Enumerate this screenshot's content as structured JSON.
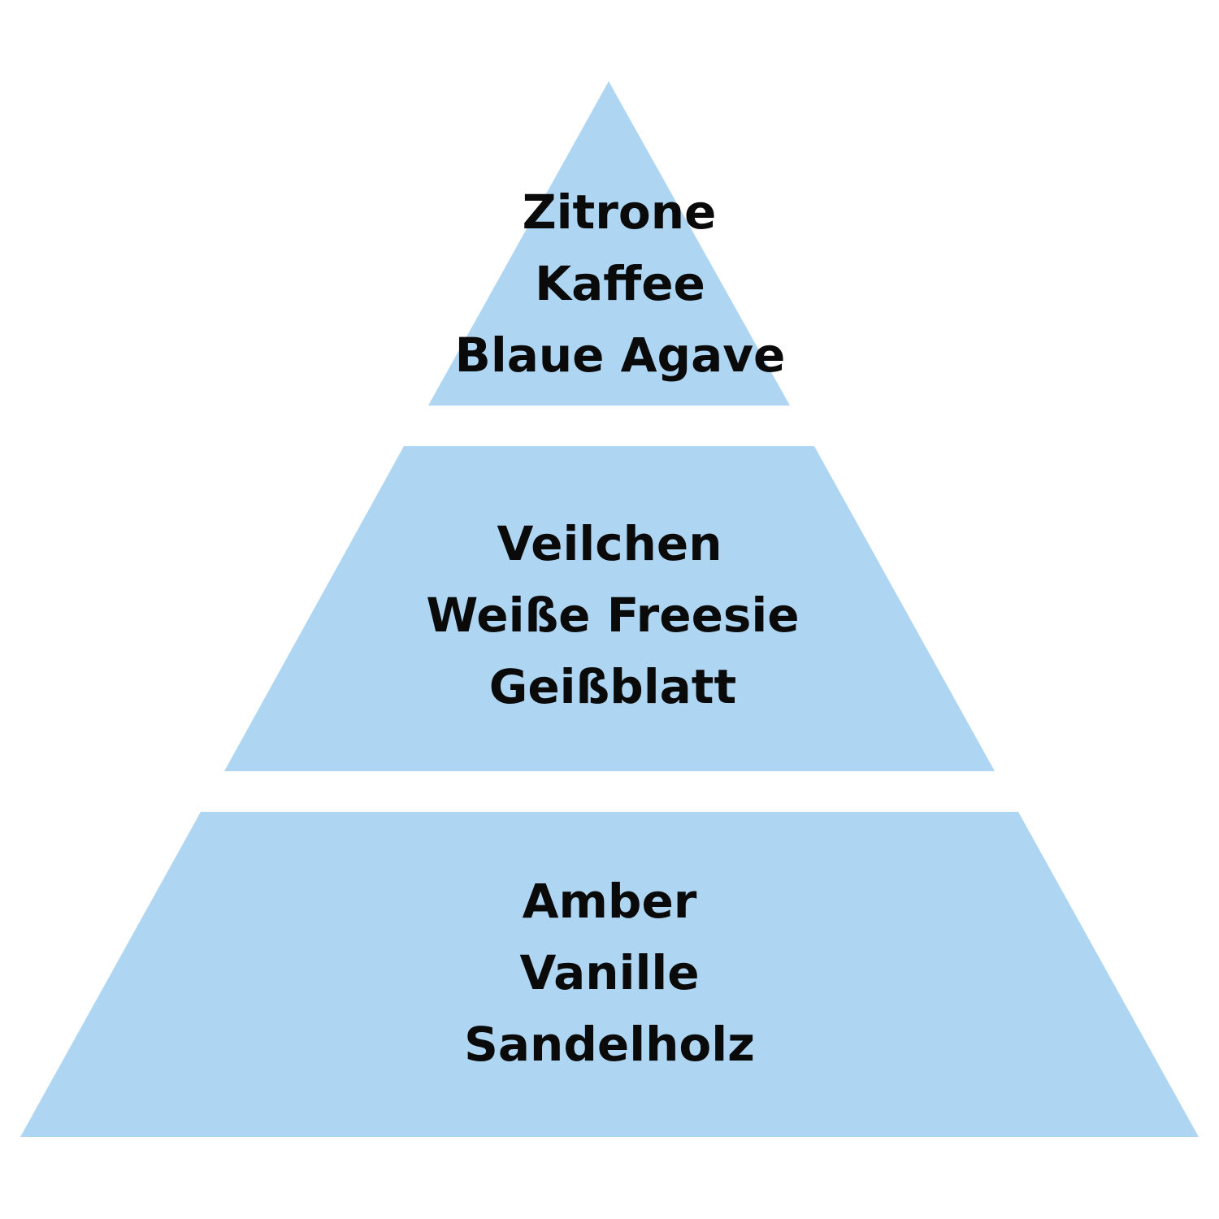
{
  "colors": {
    "tier_fill": "#aed6f3",
    "text": "#0a0a0a",
    "background": "#ffffff"
  },
  "pyramid": {
    "top": {
      "notes": [
        "Zitrone",
        "Kaffee",
        "Blaue Agave"
      ]
    },
    "middle": {
      "notes": [
        "Veilchen",
        "Weiße Freesie",
        "Geißblatt"
      ]
    },
    "base": {
      "notes": [
        "Amber",
        "Vanille",
        "Sandelholz"
      ]
    }
  }
}
